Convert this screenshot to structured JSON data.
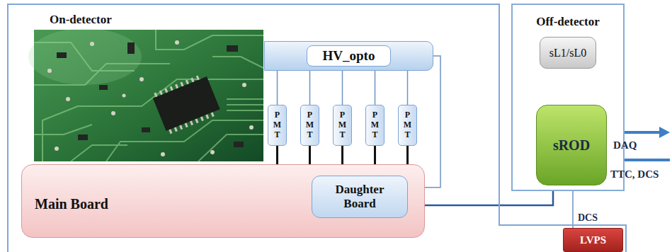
{
  "diagram": {
    "nodes": [
      {
        "text": [
          "On-detector"
        ]
      },
      {
        "text": [
          "HV_opto"
        ],
        "in": 0
      },
      {
        "text": [
          "P M T"
        ],
        "in": 0
      },
      {
        "text": [
          "P M T"
        ],
        "in": 0
      },
      {
        "text": [
          "P M T"
        ],
        "in": 0
      },
      {
        "text": [
          "P M T"
        ],
        "in": 0
      },
      {
        "text": [
          "P M T"
        ],
        "in": 0
      },
      {
        "text": [
          "Main Board"
        ],
        "in": 0
      },
      {
        "text": [
          "Daughter Board"
        ],
        "in": 7
      },
      {
        "text": [
          "Off-detector"
        ]
      },
      {
        "text": [
          "sL1/sL0"
        ],
        "in": 9
      },
      {
        "text": [
          "sROD"
        ],
        "in": 9
      },
      {
        "text": [
          "LVPS"
        ],
        "in": 0
      }
    ],
    "edges": [
      {
        "from": 1,
        "to": 2,
        "arrow": "none"
      },
      {
        "from": 1,
        "to": 3,
        "arrow": "none"
      },
      {
        "from": 1,
        "to": 4,
        "arrow": "none"
      },
      {
        "from": 1,
        "to": 5,
        "arrow": "none"
      },
      {
        "from": 1,
        "to": 6,
        "arrow": "none"
      },
      {
        "from": 2,
        "to": 7,
        "arrow": "none"
      },
      {
        "from": 3,
        "to": 7,
        "arrow": "none"
      },
      {
        "from": 4,
        "to": 7,
        "arrow": "none"
      },
      {
        "from": 5,
        "to": 7,
        "arrow": "none"
      },
      {
        "from": 6,
        "to": 7,
        "arrow": "none"
      },
      {
        "from": 1,
        "to": 8,
        "arrow": "none"
      },
      {
        "from": 10,
        "to": 11,
        "arrow": "none"
      },
      {
        "from": 11,
        "to": 8,
        "arrow": "none"
      },
      {
        "from": 11,
        "to": 12,
        "label": "DCS",
        "arrow": "none"
      }
    ],
    "labels": [
      "DAQ",
      "TTC, DCS"
    ]
  }
}
